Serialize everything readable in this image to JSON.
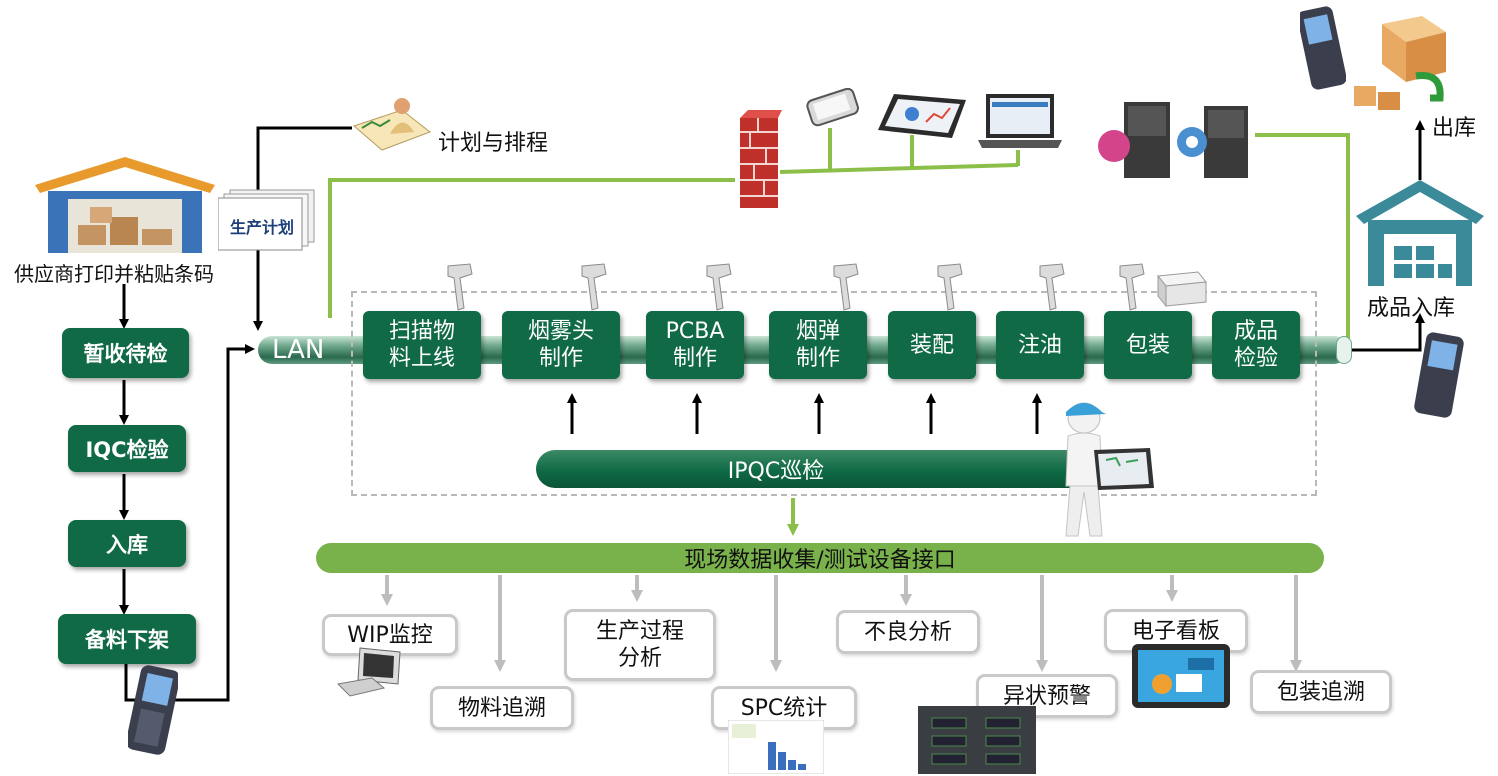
{
  "left_flow": {
    "supplier_label": "供应商打印并粘贴条码",
    "steps": [
      "暂收待检",
      "IQC检验",
      "入库",
      "备料下架"
    ]
  },
  "plan": {
    "plan_doc_label": "生产计划",
    "schedule_label": "计划与排程"
  },
  "network": {
    "lan_label": "LAN"
  },
  "process_steps": [
    "扫描物\n料上线",
    "烟雾头\n制作",
    "PCBA\n制作",
    "烟弹\n制作",
    "装配",
    "注油",
    "包装",
    "成品\n检验"
  ],
  "ipqc_label": "IPQC巡检",
  "finished": {
    "warehouse_label": "成品入库",
    "out_label": "出库"
  },
  "collection_bar_label": "现场数据收集/测试设备接口",
  "outputs": {
    "wip": "WIP监控",
    "material_trace": "物料追溯",
    "process_analysis": "生产过程\n分析",
    "spc": "SPC统计",
    "defect": "不良分析",
    "abnormal_alert": "异状预警",
    "kanban": "电子看板",
    "packing_trace": "包装追溯"
  },
  "colors": {
    "dark_green": "#0f6a45",
    "light_green": "#79b24a",
    "line_green": "#8cbf4a",
    "gray": "#c9c9c9"
  }
}
